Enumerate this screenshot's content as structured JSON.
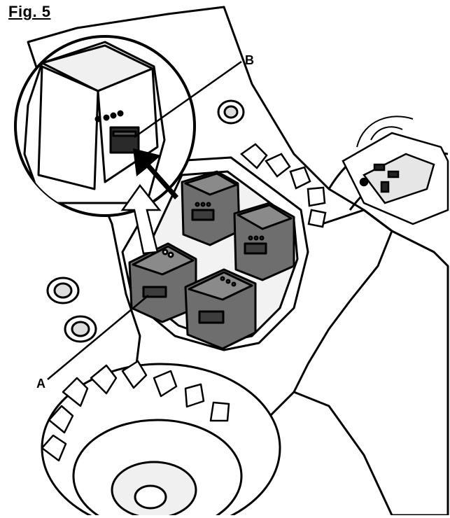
{
  "figure": {
    "title": "Fig. 5",
    "callouts": [
      {
        "id": "A",
        "text": "A"
      },
      {
        "id": "B",
        "text": "B"
      }
    ]
  },
  "colors": {
    "line": "#000000",
    "battery_body": "#7a7a7a",
    "battery_dark": "#4a4a4a",
    "background": "#ffffff"
  }
}
